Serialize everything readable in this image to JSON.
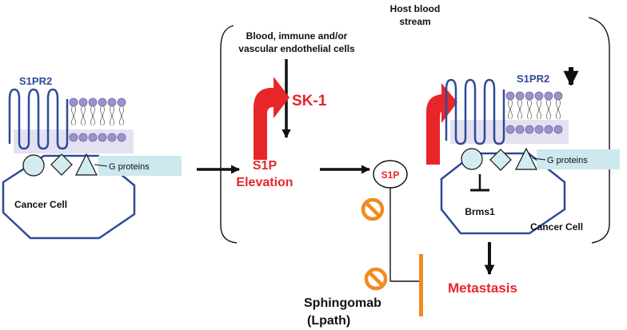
{
  "labels": {
    "host_line1": "Host blood",
    "host_line2": "stream",
    "source_line1": "Blood, immune and/or",
    "source_line2": "vascular endothelial cells",
    "sk1": "SK-1",
    "s1p_elev_line1": "S1P",
    "s1p_elev_line2": "Elevation",
    "s1p_circle": "S1P",
    "s1pr2_left": "S1PR2",
    "s1pr2_right": "S1PR2",
    "g_proteins_left": "G proteins",
    "g_proteins_right": "G proteins",
    "cancer_cell_left": "Cancer Cell",
    "cancer_cell_right": "Cancer Cell",
    "brms1": "Brms1",
    "metastasis": "Metastasis",
    "drug_line1": "Sphingomab",
    "drug_line2": "(Lpath)"
  },
  "colors": {
    "red": "#e8262a",
    "blue": "#2e4a9a",
    "orange": "#f28a21",
    "g_box": "#cde8ef",
    "shape_fill": "#d2ecef",
    "lipid_head": "#9b93c9",
    "membrane_tint": "#e4e2f0",
    "black": "#111111"
  }
}
